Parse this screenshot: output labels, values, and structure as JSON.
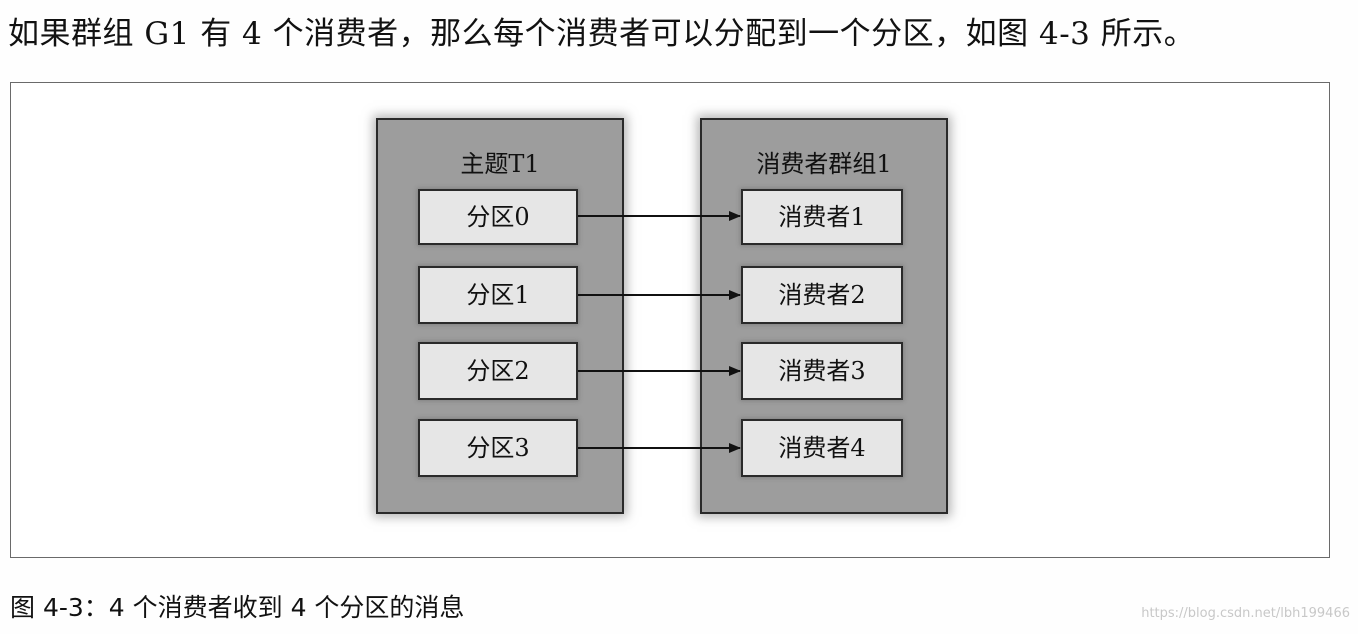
{
  "intro_text": "如果群组 G1 有 4 个消费者，那么每个消费者可以分配到一个分区，如图 4-3 所示。",
  "figure": {
    "topic_title": "主题T1",
    "partitions": [
      "分区0",
      "分区1",
      "分区2",
      "分区3"
    ],
    "group_title": "消费者群组1",
    "consumers": [
      "消费者1",
      "消费者2",
      "消费者3",
      "消费者4"
    ]
  },
  "caption": "图 4-3：4 个消费者收到 4 个分区的消息",
  "watermark": "https://blog.csdn.net/lbh199466"
}
